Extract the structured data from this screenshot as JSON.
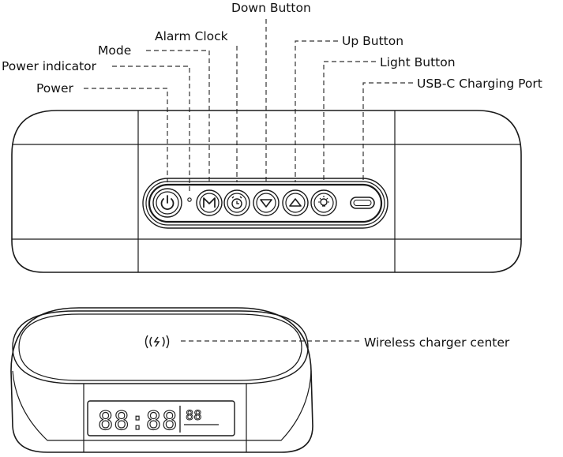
{
  "labels": {
    "down_button": "Down Button",
    "alarm_clock": "Alarm Clock",
    "up_button": "Up Button",
    "mode": "Mode",
    "light_button": "Light Button",
    "power_indicator": "Power indicator",
    "usb_c_port": "USB-C Charging Port",
    "power": "Power",
    "wireless_charger_center": "Wireless charger center"
  },
  "display": {
    "time_digits": "88:88",
    "small_digits": "88"
  },
  "button_icons": [
    "power-icon",
    "mode-m-icon",
    "alarm-clock-icon",
    "down-triangle-icon",
    "up-triangle-icon",
    "light-bulb-icon",
    "usb-c-port-icon"
  ],
  "wireless_icon": "wireless-charging-icon"
}
